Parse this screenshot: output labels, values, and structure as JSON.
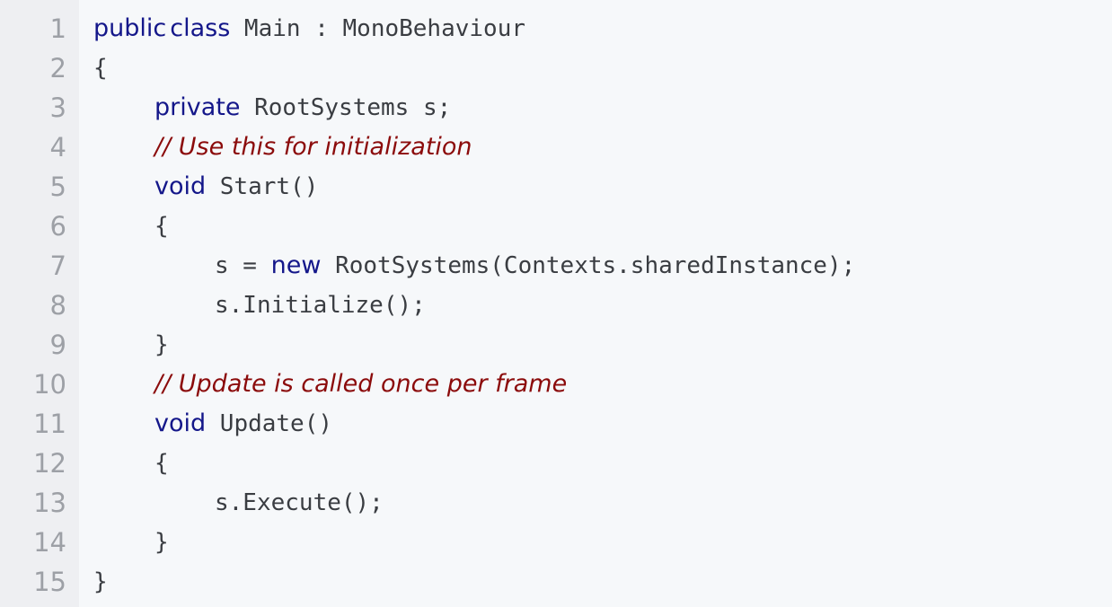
{
  "line_numbers": [
    "1",
    "2",
    "3",
    "4",
    "5",
    "6",
    "7",
    "8",
    "9",
    "10",
    "11",
    "12",
    "13",
    "14",
    "15"
  ],
  "code": {
    "l1": {
      "kw1": "public",
      "kw2": "class",
      "rest": " Main : MonoBehaviour"
    },
    "l2": {
      "text": "{"
    },
    "l3": {
      "kw": "private",
      "rest": " RootSystems s;"
    },
    "l4": {
      "comment": "// Use this for initialization"
    },
    "l5": {
      "kw": "void",
      "rest": " Start()"
    },
    "l6": {
      "text": "{"
    },
    "l7": {
      "pre": "s = ",
      "kw": "new",
      "rest": " RootSystems(Contexts.sharedInstance);"
    },
    "l8": {
      "text": "s.Initialize();"
    },
    "l9": {
      "text": "}"
    },
    "l10": {
      "comment": "// Update is called once per frame"
    },
    "l11": {
      "kw": "void",
      "rest": " Update()"
    },
    "l12": {
      "text": "{"
    },
    "l13": {
      "text": "s.Execute();"
    },
    "l14": {
      "text": "}"
    },
    "l15": {
      "text": "}"
    }
  },
  "colors": {
    "keyword": "#14178a",
    "comment": "#8b0b0b",
    "text": "#3a3d42",
    "line_number": "#9da0a6",
    "gutter_bg": "#eeeff2",
    "editor_bg": "#f6f8fa"
  }
}
